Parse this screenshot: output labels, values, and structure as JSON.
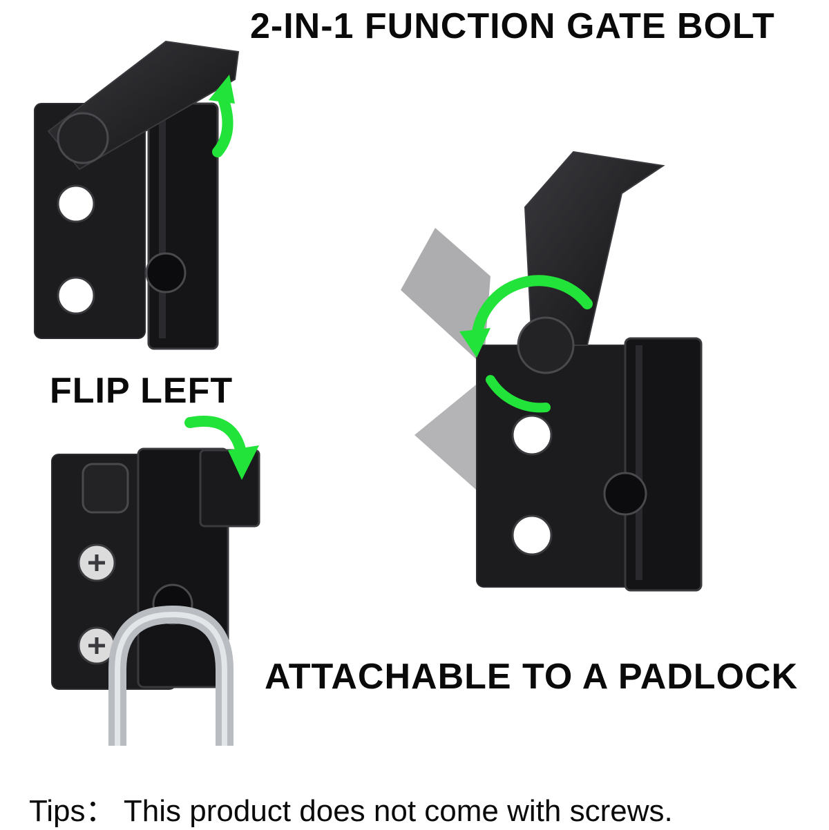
{
  "captions": {
    "title": "2-IN-1 FUNCTION GATE BOLT",
    "flip_left": "FLIP LEFT",
    "padlock": "ATTACHABLE TO A PADLOCK",
    "tips": "Tips： This product does not come with screws."
  },
  "colors": {
    "background": "#ffffff",
    "text": "#0a0a0a",
    "metal": "#1c1c1e",
    "metal_edge": "#3a3a3e",
    "arrow": "#22e33a",
    "padlock_steel": "#b9bcc0"
  },
  "icons": {
    "rotation_arrow": "curved-arrow-icon",
    "flip_arrow": "curved-arrow-down-icon",
    "screw": "cross-screw-icon"
  }
}
